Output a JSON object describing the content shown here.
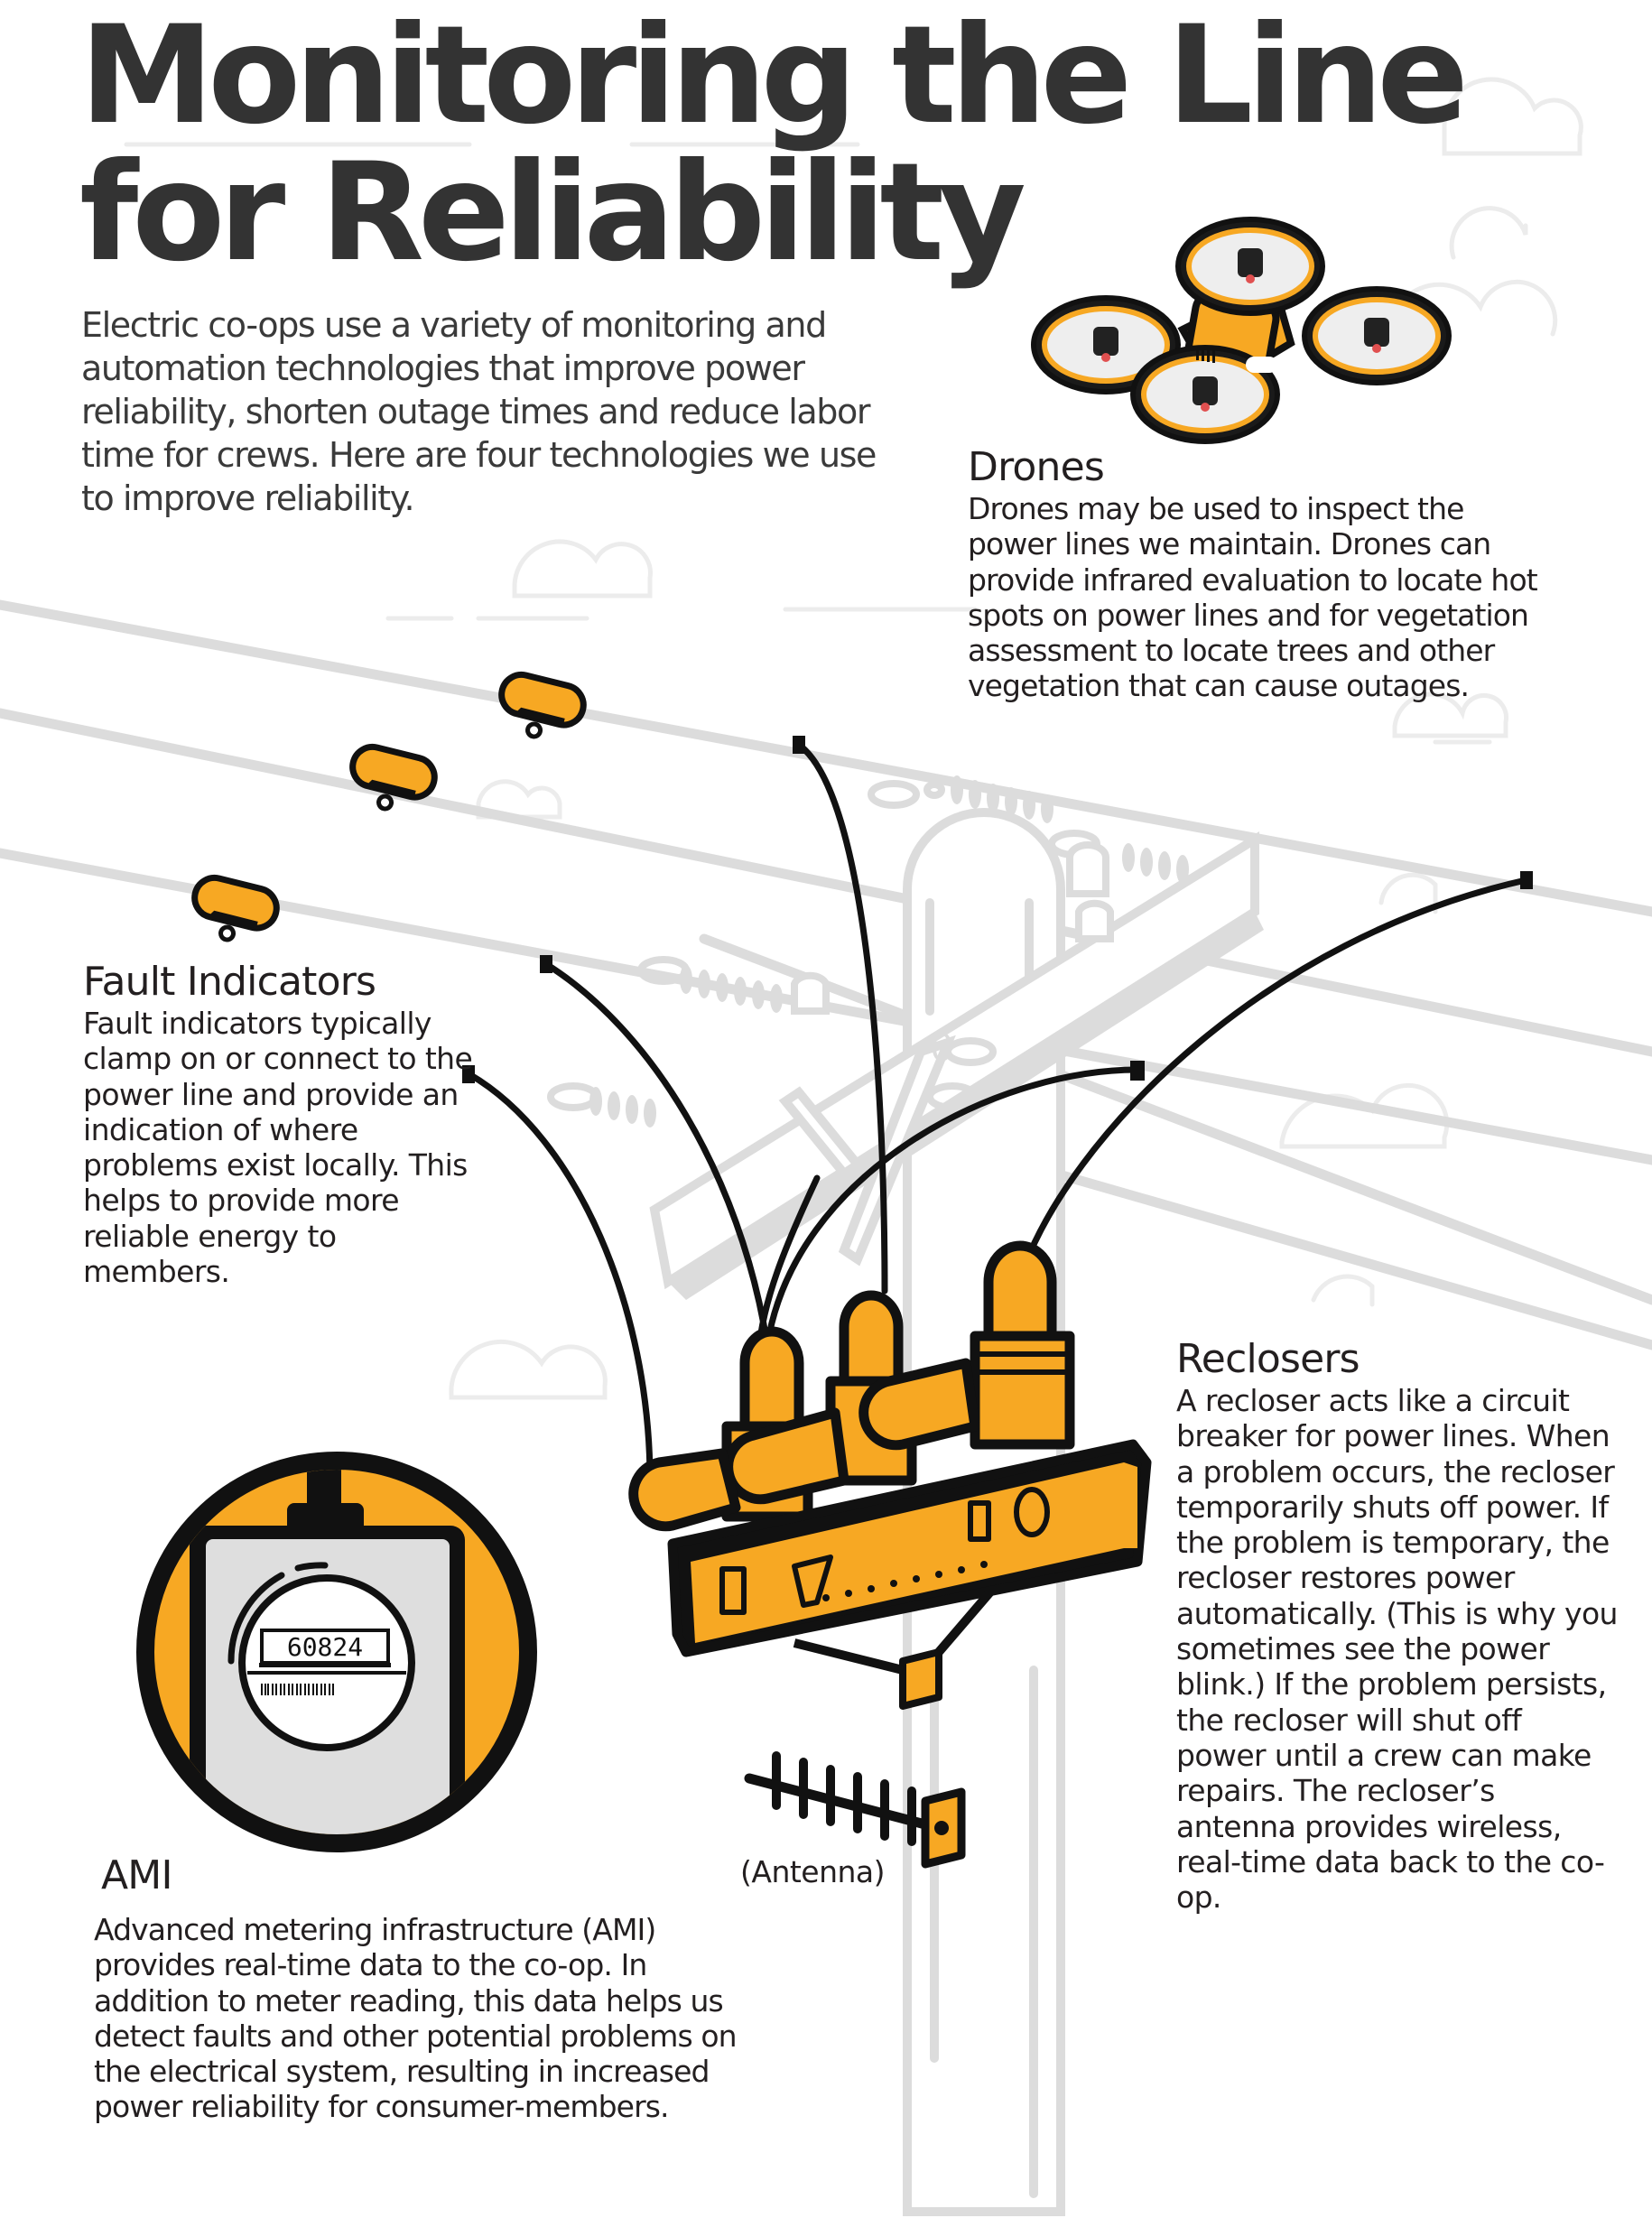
{
  "title": {
    "line1": "Monitoring the Line",
    "line2": "for Reliability"
  },
  "intro": "Electric co-ops use a variety of monitoring and automation technologies that improve power reliability, shorten outage times and reduce labor time for crews. Here are four technologies we use to improve reliability.",
  "sections": {
    "drones": {
      "heading": "Drones",
      "body": "Drones may be used to inspect the power lines we maintain. Drones can provide infrared evaluation to locate hot spots on power lines and for vegetation assessment to locate trees and other vegetation that can cause outages."
    },
    "fault_indicators": {
      "heading": "Fault Indicators",
      "body": "Fault indicators typically clamp on or connect to the power line and provide an indication of where problems exist locally. This helps to provide more reliable energy to members."
    },
    "reclosers": {
      "heading": "Reclosers",
      "body": "A recloser acts like a circuit breaker for power lines. When a problem occurs, the recloser temporarily shuts off power. If the problem is temporary, the recloser restores power automatically. (This is why you sometimes see the power blink.) If the problem persists, the recloser will shut off power until a crew can make repairs. The recloser’s antenna provides wireless, real-time data back to the co-op."
    },
    "ami": {
      "heading": "AMI",
      "body": "Advanced metering infrastructure (AMI) provides real-time data to the co-op. In addition to meter reading, this data helps us detect faults and other potential problems on the electrical system, resulting in increased power reliability for consumer-members."
    }
  },
  "antenna_label": "(Antenna)",
  "meter": {
    "reading": "60824"
  },
  "pole_crossarm_mark": "0",
  "colors": {
    "accent_orange": "#f7a823",
    "outline_black": "#111111",
    "line_gray": "#dcdcdc",
    "title_gray": "#333333",
    "meter_face_gray": "#dedede"
  }
}
